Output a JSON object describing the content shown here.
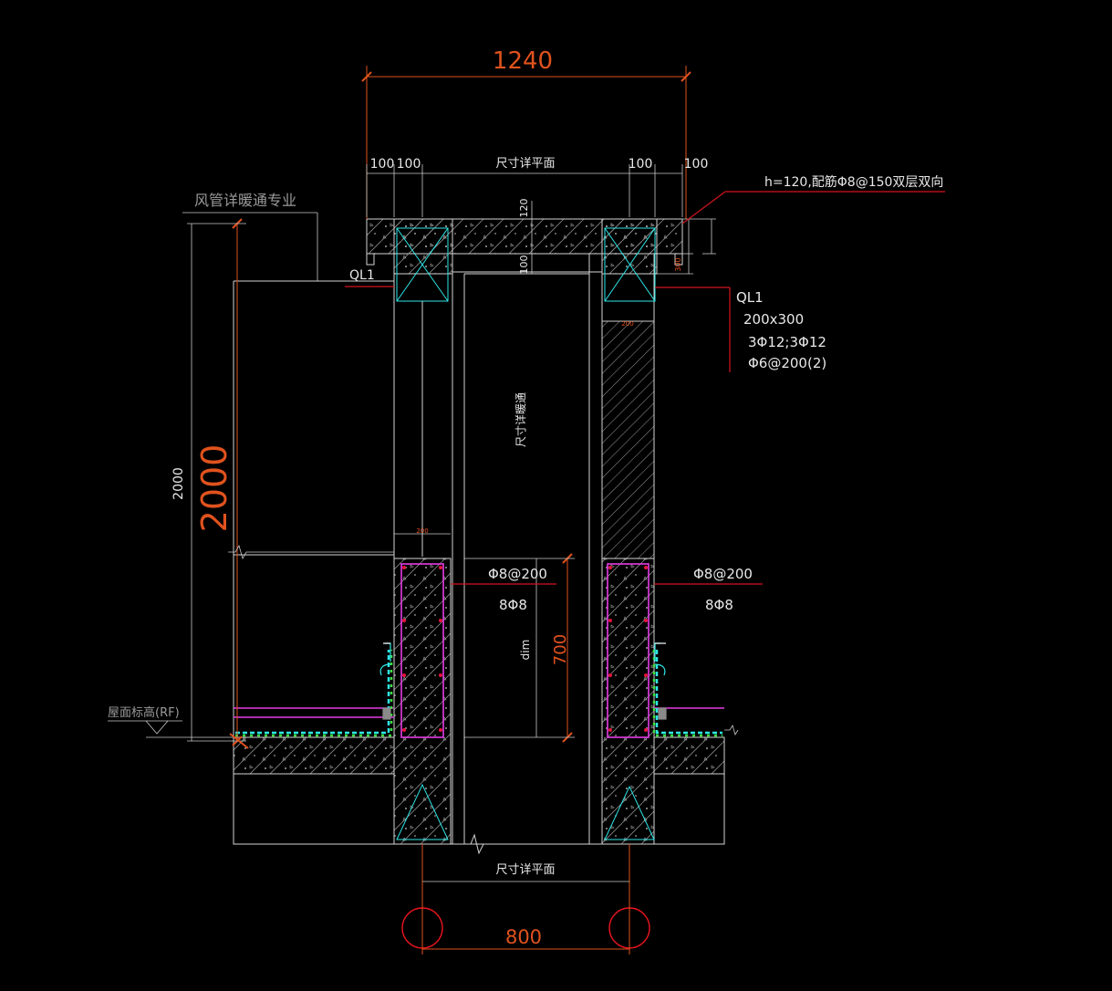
{
  "colors": {
    "background": "#000000",
    "line": "#d4d4d4",
    "dimension": "#e0521d",
    "leader": "#d2141e",
    "cyan": "#2ee6e6",
    "magenta": "#e63ce6",
    "green": "#3be03b",
    "hatch": "#a8a8a8"
  },
  "dimensions": {
    "top_total": "1240",
    "top_seg_1": "100",
    "top_seg_2": "100",
    "top_middle": "尺寸详平面",
    "top_seg_3": "100",
    "top_seg_4": "100",
    "slab_thickness": "120",
    "beam_depth": "100",
    "beam_height_right": "300",
    "beam_width_right": "200",
    "left_total_small": "2000",
    "left_total_large": "2000",
    "shaft_vertical": "尺寸详暖通",
    "wall_width_left": "200",
    "upstand_height": "700",
    "upstand_dim": "dim",
    "bottom_middle": "尺寸详平面",
    "bottom_total": "800"
  },
  "labels": {
    "duct_note": "风管详暖通专业",
    "ql1_left": "QL1",
    "roof_level": "屋面标高(RF)"
  },
  "notes": {
    "slab_note": "h=120,配筋Φ8@150双层双向",
    "beam_tag": "QL1",
    "beam_size": "200x300",
    "beam_rebar": "3Φ12;3Φ12",
    "beam_stirrup": "Φ6@200(2)",
    "left_stirrup": "Φ8@200",
    "left_bars": "8Φ8",
    "right_stirrup": "Φ8@200",
    "right_bars": "8Φ8"
  }
}
